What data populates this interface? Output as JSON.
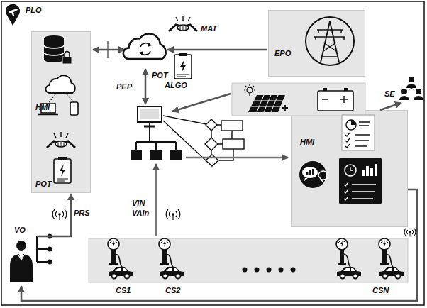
{
  "diagram": {
    "nodes": [
      {
        "text": [
          "HMI",
          "POT"
        ]
      },
      {
        "text": [
          "EPO"
        ]
      },
      {
        "text": [
          "HMI"
        ]
      },
      {
        "text": [
          "SE"
        ]
      },
      {
        "text": [
          "VO"
        ]
      },
      {
        "text": [
          "CS1",
          "CS2",
          "CSN"
        ]
      }
    ],
    "edges": [
      {
        "from": 4,
        "to": 0,
        "label": "PRS",
        "arrow": "to"
      },
      {
        "from": 2,
        "to": 3,
        "arrow": "to"
      },
      {
        "from": 2,
        "to": 4,
        "arrow": "to"
      }
    ],
    "labels": [
      "PLO",
      "MAT",
      "POT",
      "PEP",
      "ALGO",
      "VIN",
      "VAIn"
    ]
  }
}
